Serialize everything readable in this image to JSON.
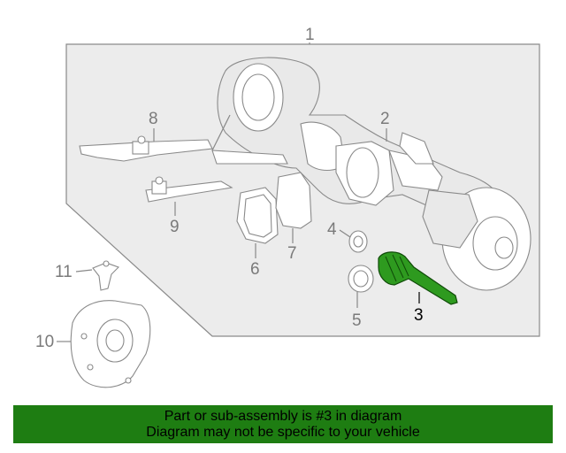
{
  "callouts": {
    "c1": "1",
    "c2": "2",
    "c3": "3",
    "c4": "4",
    "c5": "5",
    "c6": "6",
    "c7": "7",
    "c8": "8",
    "c9": "9",
    "c10": "10",
    "c11": "11"
  },
  "banner": {
    "line1": "Part or sub-assembly is #3 in diagram",
    "line2": "Diagram may not be specific to your vehicle",
    "background": "#1e7d12"
  },
  "colors": {
    "panel": "#ececec",
    "highlight": "#2e9a1f"
  }
}
